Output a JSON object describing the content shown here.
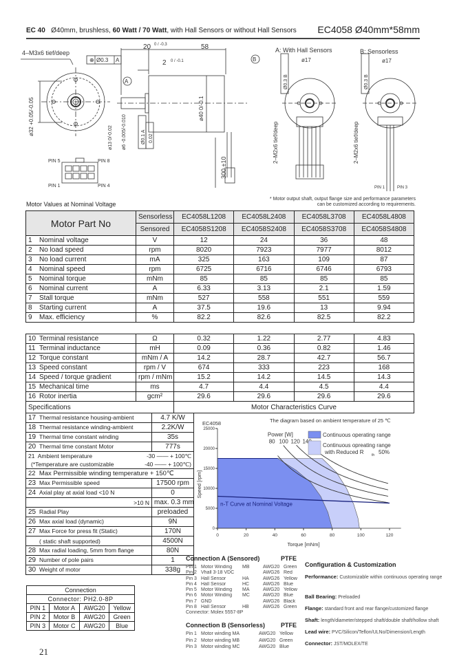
{
  "header": {
    "model": "EC 40",
    "desc_1": "Ø40mm, brushless, ",
    "desc_bold": "60 Watt / 70 Watt",
    "desc_2": ", with Hall Sensors or without Hall Sensors",
    "right_title": "EC4058  Ø40mm*58mm"
  },
  "drawing": {
    "thread_front": "4–M3x6 tief/deep",
    "tol_pos": "Ø0.3",
    "datum_a": "A",
    "datum_b": "B",
    "dim_20": "20",
    "dim_20_tol": "0 / -0.3",
    "dim_58": "58",
    "dim_2": "2",
    "dim_2_tol": "0 / -0.1",
    "dim_32": "ø32 +0.05/-0.05",
    "dim_13": "ø13 0/-0.02",
    "dim_6": "ø6 -0.005/-0.010",
    "tol_concentric": "Ø0.1 A",
    "tol_runout": "0.02",
    "dim_40": "ø40 0/-0.1",
    "dim_300": "300 ±10",
    "pin5": "PIN 5",
    "pin8": "PIN 8",
    "pin1": "PIN 1",
    "pin4": "PIN 4",
    "view_a": "A:  With Hall Sensors",
    "view_b": "B:  Sensorless",
    "dim_17": "ø17",
    "thread_rear": "2–M2x6 tief/deep",
    "tol_rear": "Ø0.3 B",
    "pin_b1": "PIN 1",
    "pin_b3": "PIN 3",
    "note": "* Motor output shaft, output flange size and performance parameters  can be customized according to requirements."
  },
  "motor_values": {
    "title": "Motor Values at Nominal Voltage",
    "part_no_label": "Motor Part No",
    "sensorless_label": "Sensorless",
    "sensored_label": "Sensored",
    "sensorless": [
      "EC4058L1208",
      "EC4058L2408",
      "EC4058L3708",
      "EC4058L4808"
    ],
    "sensored": [
      "EC4058S1208",
      "EC4058S2408",
      "EC4058S3708",
      "EC4058S4808"
    ],
    "rows": [
      {
        "n": "1",
        "label": "Nominal voltage",
        "unit": "V",
        "values": [
          "12",
          "24",
          "36",
          "48"
        ]
      },
      {
        "n": "2",
        "label": "No load speed",
        "unit": "rpm",
        "values": [
          "8020",
          "7923",
          "7977",
          "8012"
        ]
      },
      {
        "n": "3",
        "label": "No load current",
        "unit": "mA",
        "values": [
          "325",
          "163",
          "109",
          "87"
        ]
      },
      {
        "n": "4",
        "label": "Nominal speed",
        "unit": "rpm",
        "values": [
          "6725",
          "6716",
          "6746",
          "6793"
        ]
      },
      {
        "n": "5",
        "label": "Nominal torque",
        "unit": "mNm",
        "values": [
          "85",
          "85",
          "85",
          "85"
        ]
      },
      {
        "n": "6",
        "label": "Nominal current",
        "unit": "A",
        "values": [
          "6.33",
          "3.13",
          "2.1",
          "1.59"
        ]
      },
      {
        "n": "7",
        "label": "Stall torque",
        "unit": "mNm",
        "values": [
          "527",
          "558",
          "551",
          "559"
        ]
      },
      {
        "n": "8",
        "label": "Starting current",
        "unit": "A",
        "values": [
          "37.5",
          "19.6",
          "13",
          "9.94"
        ]
      },
      {
        "n": "9",
        "label": "Max. efficiency",
        "unit": "%",
        "values": [
          "82.2",
          "82.6",
          "82.5",
          "82.2"
        ]
      }
    ],
    "rows2": [
      {
        "n": "10",
        "label": "Terminal resistance",
        "unit": "Ω",
        "values": [
          "0.32",
          "1.22",
          "2.77",
          "4.83"
        ]
      },
      {
        "n": "11",
        "label": "Terminal inductance",
        "unit": "mH",
        "values": [
          "0.09",
          "0.36",
          "0.82",
          "1.46"
        ]
      },
      {
        "n": "12",
        "label": "Torque constant",
        "unit": "mNm / A",
        "values": [
          "14.2",
          "28.7",
          "42.7",
          "56.7"
        ]
      },
      {
        "n": "13",
        "label": "Speed constant",
        "unit": "rpm / V",
        "values": [
          "674",
          "333",
          "223",
          "168"
        ]
      },
      {
        "n": "14",
        "label": "Speed / torque gradient",
        "unit": "rpm / mNm",
        "values": [
          "15.2",
          "14.2",
          "14.5",
          "14.3"
        ]
      },
      {
        "n": "15",
        "label": "Mechanical time",
        "unit": "ms",
        "values": [
          "4.7",
          "4.4",
          "4.5",
          "4.4"
        ]
      },
      {
        "n": "16",
        "label": "Rotor inertia",
        "unit": "gcm²",
        "values": [
          "29.6",
          "29.6",
          "29.6",
          "29.6"
        ]
      }
    ],
    "specs_label": "Specifications",
    "curve_label": "Motor Characteristics Curve"
  },
  "specs": [
    {
      "n": "17",
      "label": "Thermal resistance housing-ambient",
      "value": "4.7 K/W"
    },
    {
      "n": "18",
      "label": "Thermal resistance winding-ambient",
      "value": "2.2K/W"
    },
    {
      "n": "19",
      "label": "Thermal time constant winding",
      "value": "35s"
    },
    {
      "n": "20",
      "label": "Thermal time constant Motor",
      "value": "777s"
    },
    {
      "n": "21",
      "label": "Ambient temperature",
      "value": "-30 —— + 100℃",
      "label2": "(*Temperature are customizable",
      "value2": "-40 —— + 100℃)",
      "span": true
    },
    {
      "n": "22",
      "label": "Max Permissible winding temperature",
      "value": "+ 150℃",
      "span": true,
      "single": true
    },
    {
      "n": "23",
      "label": "Max Permissible speed",
      "value": "17500 rpm"
    },
    {
      "n": "24",
      "label": "Axial play at axial load   <10 N",
      "value": "0"
    },
    {
      "n": "",
      "label": ">10 N",
      "value": "max. 0.3 mm",
      "right": true
    },
    {
      "n": "25",
      "label": "Radial Play",
      "value": "preloaded"
    },
    {
      "n": "26",
      "label": "Max axial load (dynamic)",
      "value": "9N"
    },
    {
      "n": "27",
      "label": "Max  Force for press fit (Static)",
      "value": "170N"
    },
    {
      "n": "",
      "label": "( static shaft supported)",
      "value": "4500N"
    },
    {
      "n": "28",
      "label": "Max radial loading, 5mm from flange",
      "value": "80N"
    },
    {
      "n": "29",
      "label": "Number of pole pairs",
      "value": "1"
    },
    {
      "n": "30",
      "label": "Weight of motor",
      "value": "338g"
    }
  ],
  "chart_data": {
    "type": "area",
    "title": "EC4058",
    "subtitle": "The diagram based on ambient temperature of 25 ℃",
    "xlabel": "Torque [mNm]",
    "ylabel": "Speed [rpm]",
    "xlim": [
      0,
      130
    ],
    "ylim": [
      0,
      25000
    ],
    "xticks": [
      0,
      20,
      40,
      60,
      80,
      100,
      120
    ],
    "yticks": [
      0,
      5000,
      10000,
      15000,
      20000,
      25000
    ],
    "power_label": "Power [W]",
    "power_curves": [
      80,
      100,
      120,
      140
    ],
    "power_curve_range": [
      42,
      119
    ],
    "areas": [
      {
        "name": "Continuous operating range",
        "color": "#7b8ff0",
        "outline": [
          [
            0,
            17500
          ],
          [
            42,
            17500
          ],
          [
            55,
            14500
          ],
          [
            65,
            11500
          ],
          [
            72,
            8000
          ],
          [
            77,
            4000
          ],
          [
            80,
            0
          ],
          [
            0,
            0
          ]
        ]
      },
      {
        "name": "Continuous opreating range with Reduced R_th 50%",
        "color": "#c8cffa",
        "outline": [
          [
            0,
            17500
          ],
          [
            73,
            17500
          ],
          [
            83,
            14000
          ],
          [
            90,
            10000
          ],
          [
            95,
            6000
          ],
          [
            98,
            2500
          ],
          [
            99,
            0
          ],
          [
            0,
            0
          ]
        ]
      }
    ],
    "nt_curve": {
      "name": "n-T Curve at Nominal Voltage",
      "points": [
        [
          0,
          8020
        ],
        [
          120,
          6300
        ]
      ]
    },
    "legend": [
      "Continuous operating range",
      "Continuous opreating range",
      "with Reduced R",
      "th",
      "50%"
    ],
    "legend_position": "top-right",
    "grid": false
  },
  "connection_a": {
    "title": "Connection A   (Sensored)",
    "material": "PTFE",
    "pins": [
      [
        "Pin 1",
        "Motor Winding",
        "MB",
        "AWG20",
        "Green"
      ],
      [
        "Pin 2",
        "Vhall 3-18 VDC",
        "",
        "AWG26",
        "Red"
      ],
      [
        "Pin 3",
        "Hall Sensor",
        "HA",
        "AWG26",
        "Yellow"
      ],
      [
        "Pin 4",
        "Hall Sensor",
        "HC",
        "AWG26",
        "Blue"
      ],
      [
        "Pin 5",
        "Motor Winding",
        "MA",
        "AWG20",
        "Yellow"
      ],
      [
        "Pin 6",
        "Motor Winding",
        "MC",
        "AWG20",
        "Blue"
      ],
      [
        "Pin 7",
        "GND",
        "",
        "AWG26",
        "Black"
      ],
      [
        "Pin 8",
        "Hall Sensor",
        "HB",
        "AWG26",
        "Green"
      ]
    ],
    "connector": "Connector:  Molex 5557-8P"
  },
  "connection_b": {
    "title": "Connection B  (Sensorless)",
    "material": "PTFE",
    "pins": [
      [
        "Pin 1",
        "Motor winding MA",
        "",
        "AWG20",
        "Yellow"
      ],
      [
        "Pin 2",
        "Motor winding MB",
        "",
        "AWG20",
        "Green"
      ],
      [
        "Pin 3",
        "Motor winding MC",
        "",
        "AWG20",
        "Blue"
      ]
    ]
  },
  "config": {
    "title": "Configuration & Customization",
    "items": [
      {
        "k": "Performance:",
        "v": "Customizable within continuous operating range"
      },
      {
        "k": "Ball Bearing:",
        "v": "Preloaded"
      },
      {
        "k": "Flange:",
        "v": "standard front and rear flange/customized flange"
      },
      {
        "k": "Shaft:",
        "v": "length/diameter/stepped shaft/double shaft/hollow shaft"
      },
      {
        "k": "Lead wire:",
        "v": "PVC/Silicon/Teflon/ULNo/Dimension/Length"
      },
      {
        "k": "Connector:",
        "v": "JST/MOLEX/TE"
      }
    ]
  },
  "connection_table": {
    "title": "Connection",
    "connector": "Connector:  PH2.0-8P",
    "rows": [
      [
        "PIN 1",
        "Motor A",
        "AWG20",
        "Yellow"
      ],
      [
        "PIN 2",
        "Motor B",
        "AWG20",
        "Green"
      ],
      [
        "PIN 3",
        "Motor C",
        "AWG20",
        "Blue"
      ]
    ]
  },
  "page_number": "21"
}
